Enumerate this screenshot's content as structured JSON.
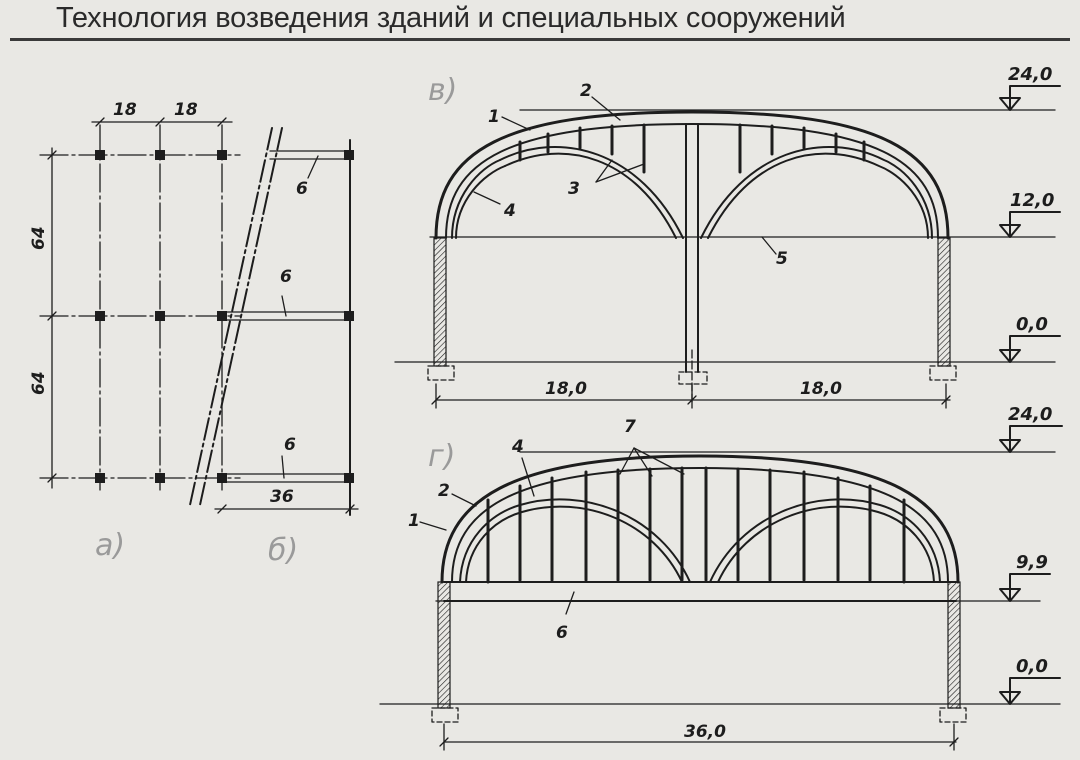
{
  "header": {
    "title": "Технология возведения зданий и специальных сооружений"
  },
  "panels": {
    "a": {
      "label": "а)",
      "dims_top": [
        "18",
        "18"
      ],
      "dims_left": [
        "64",
        "64"
      ]
    },
    "b": {
      "label": "б)",
      "callouts": [
        "6",
        "6",
        "6"
      ],
      "dim_bottom": "36"
    },
    "v": {
      "label": "в)",
      "levels": [
        "24,0",
        "12,0",
        "0,0"
      ],
      "dims": [
        "18,0",
        "18,0"
      ],
      "callouts": [
        "1",
        "2",
        "3",
        "4",
        "5"
      ]
    },
    "g": {
      "label": "г)",
      "levels": [
        "24,0",
        "9,9",
        "0,0"
      ],
      "dim": "36,0",
      "callouts": [
        "7",
        "4",
        "2",
        "1",
        "6"
      ]
    }
  }
}
